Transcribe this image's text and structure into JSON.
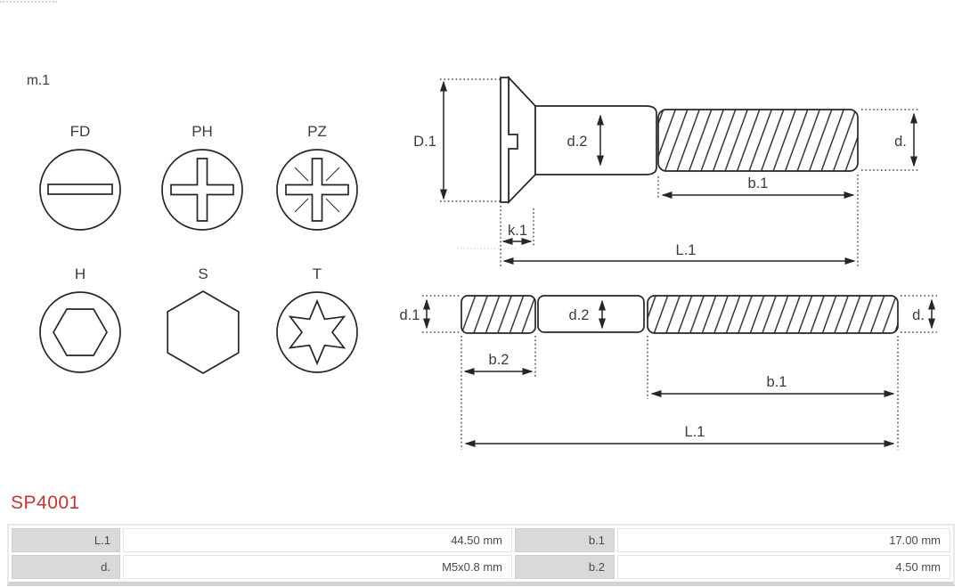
{
  "page": {
    "part_number": "SP4001"
  },
  "drawing": {
    "corner_label": "m.1",
    "head_types": [
      {
        "code": "FD"
      },
      {
        "code": "PH"
      },
      {
        "code": "PZ"
      },
      {
        "code": "H"
      },
      {
        "code": "S"
      },
      {
        "code": "T"
      }
    ],
    "top_screw": {
      "D1": "D.1",
      "d2": "d.2",
      "d": "d.",
      "b1": "b.1",
      "k1": "k.1",
      "L1": "L.1"
    },
    "bottom_screw": {
      "d1": "d.1",
      "d2": "d.2",
      "d": "d.",
      "b2": "b.2",
      "b1": "b.1",
      "L1": "L.1"
    }
  },
  "specs": {
    "rows": [
      {
        "c1_label": "L.1",
        "c1_value": "44.50 mm",
        "c2_label": "b.1",
        "c2_value": "17.00 mm"
      },
      {
        "c1_label": "d.",
        "c1_value": "M5x0.8 mm",
        "c2_label": "b.2",
        "c2_value": "4.50 mm"
      }
    ]
  },
  "colors": {
    "accent_red": "#c53434",
    "line": "#262626",
    "label_cell_bg": "#d9d9d9",
    "table_frame": "#d2d2d2"
  }
}
